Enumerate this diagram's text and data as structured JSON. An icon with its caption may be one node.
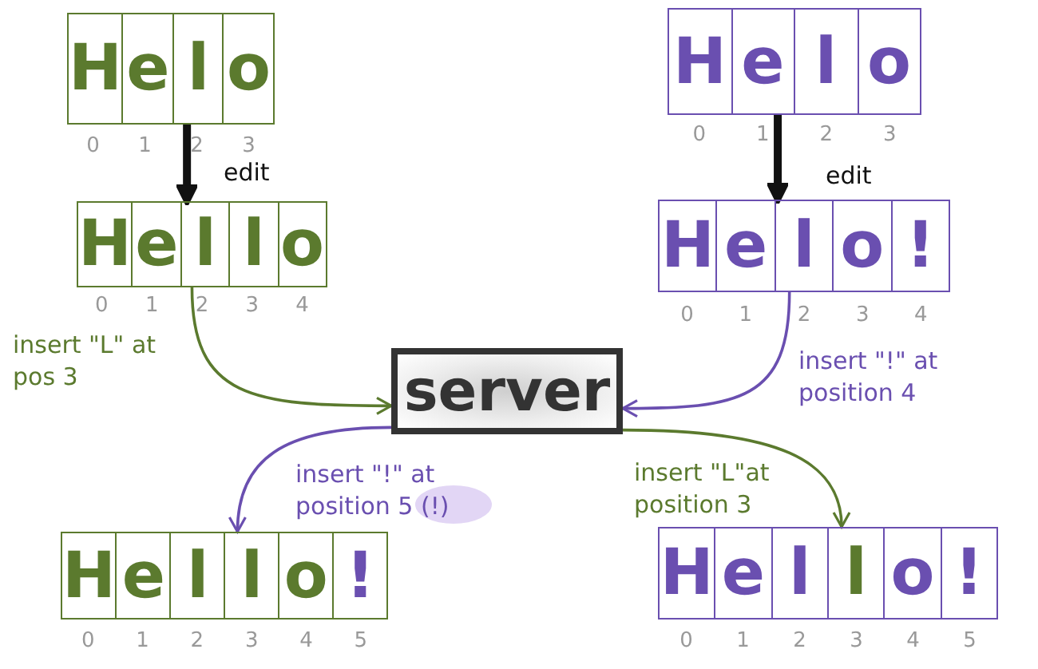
{
  "diagram": {
    "nodes": [
      {
        "text": [],
        "shape": "box",
        "beside": [
          "0",
          "1",
          "2",
          "3"
        ]
      },
      {
        "text": [
          "H"
        ],
        "in": 0
      },
      {
        "text": [
          "e"
        ],
        "in": 0
      },
      {
        "text": [
          "l"
        ],
        "in": 0
      },
      {
        "text": [
          "o"
        ],
        "in": 0
      },
      {
        "text": [],
        "shape": "box",
        "beside": [
          "0",
          "1",
          "2",
          "3",
          "4"
        ]
      },
      {
        "text": [
          "H"
        ],
        "in": 5
      },
      {
        "text": [
          "e"
        ],
        "in": 5
      },
      {
        "text": [
          "l"
        ],
        "in": 5
      },
      {
        "text": [
          "l"
        ],
        "in": 5
      },
      {
        "text": [
          "o"
        ],
        "in": 5
      },
      {
        "text": [],
        "shape": "box",
        "beside": [
          "0",
          "1",
          "2",
          "3"
        ]
      },
      {
        "text": [
          "H"
        ],
        "in": 11
      },
      {
        "text": [
          "e"
        ],
        "in": 11
      },
      {
        "text": [
          "l"
        ],
        "in": 11
      },
      {
        "text": [
          "o"
        ],
        "in": 11
      },
      {
        "text": [],
        "shape": "box",
        "beside": [
          "0",
          "1",
          "2",
          "3",
          "4"
        ]
      },
      {
        "text": [
          "H"
        ],
        "in": 16
      },
      {
        "text": [
          "e"
        ],
        "in": 16
      },
      {
        "text": [
          "l"
        ],
        "in": 16
      },
      {
        "text": [
          "o"
        ],
        "in": 16
      },
      {
        "text": [
          "!"
        ],
        "in": 16
      },
      {
        "text": [
          "server"
        ]
      },
      {
        "text": [],
        "shape": "box",
        "beside": [
          "0",
          "1",
          "2",
          "3",
          "4",
          "5"
        ]
      },
      {
        "text": [
          "H"
        ],
        "in": 23
      },
      {
        "text": [
          "e"
        ],
        "in": 23
      },
      {
        "text": [
          "l"
        ],
        "in": 23
      },
      {
        "text": [
          "l"
        ],
        "in": 23
      },
      {
        "text": [
          "o"
        ],
        "in": 23
      },
      {
        "text": [
          "!"
        ],
        "in": 23
      },
      {
        "text": [],
        "shape": "box",
        "beside": [
          "0",
          "1",
          "2",
          "3",
          "4",
          "5"
        ]
      },
      {
        "text": [
          "H"
        ],
        "in": 30
      },
      {
        "text": [
          "e"
        ],
        "in": 30
      },
      {
        "text": [
          "l"
        ],
        "in": 30
      },
      {
        "text": [
          "l"
        ],
        "in": 30
      },
      {
        "text": [
          "o"
        ],
        "in": 30
      },
      {
        "text": [
          "!"
        ],
        "in": 30
      }
    ],
    "edges": [
      {
        "from": 0,
        "to": 5,
        "arrow": "to",
        "label": "edit",
        "style": "thick",
        "color": "#111111"
      },
      {
        "from": 11,
        "to": 16,
        "arrow": "to",
        "label": "edit",
        "style": "thick",
        "color": "#111111"
      },
      {
        "from": 5,
        "to": 22,
        "arrow": "to",
        "label": "insert \"L\" at pos 3",
        "color": "#5b7a2e"
      },
      {
        "from": 16,
        "to": 22,
        "arrow": "to",
        "label": "insert \"!\" at position 4",
        "color": "#6a4fb0"
      },
      {
        "from": 22,
        "to": 23,
        "arrow": "to",
        "label": "insert \"!\" at position 5 (!)",
        "color": "#6a4fb0"
      },
      {
        "from": 22,
        "to": 30,
        "arrow": "to",
        "label": "insert \"L\"at position 3",
        "color": "#5b7a2e"
      }
    ]
  }
}
